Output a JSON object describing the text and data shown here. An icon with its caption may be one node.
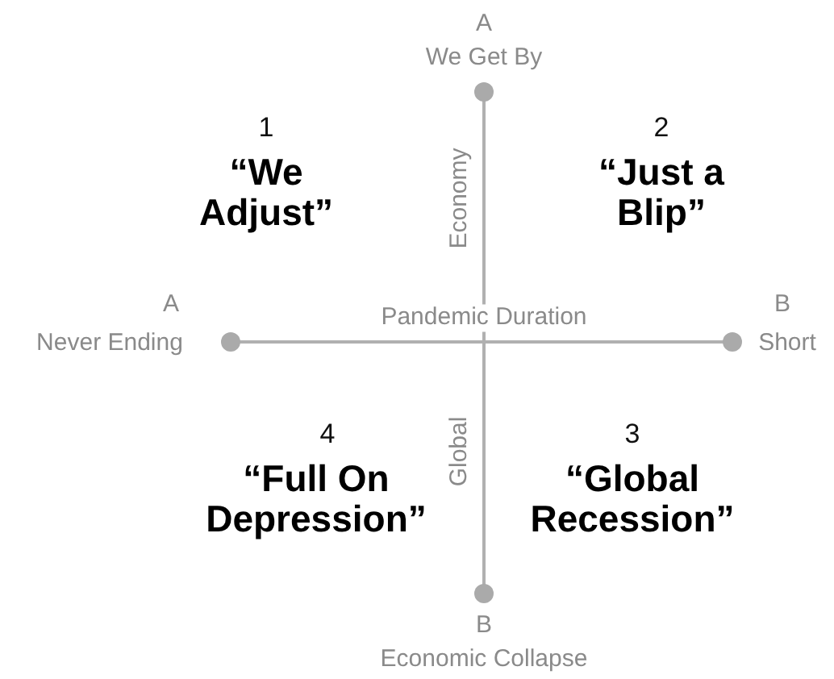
{
  "diagram": {
    "labels": [
      "A",
      "We Get By",
      "1",
      "“We Adjust”",
      "2",
      "“Just a Blip”",
      "Economy",
      "A",
      "Never Ending",
      "Pandemic Duration",
      "B",
      "Short",
      "4",
      "“Full On Depression”",
      "3",
      "“Global Recession”",
      "Global",
      "B",
      "Economic Collapse"
    ]
  }
}
